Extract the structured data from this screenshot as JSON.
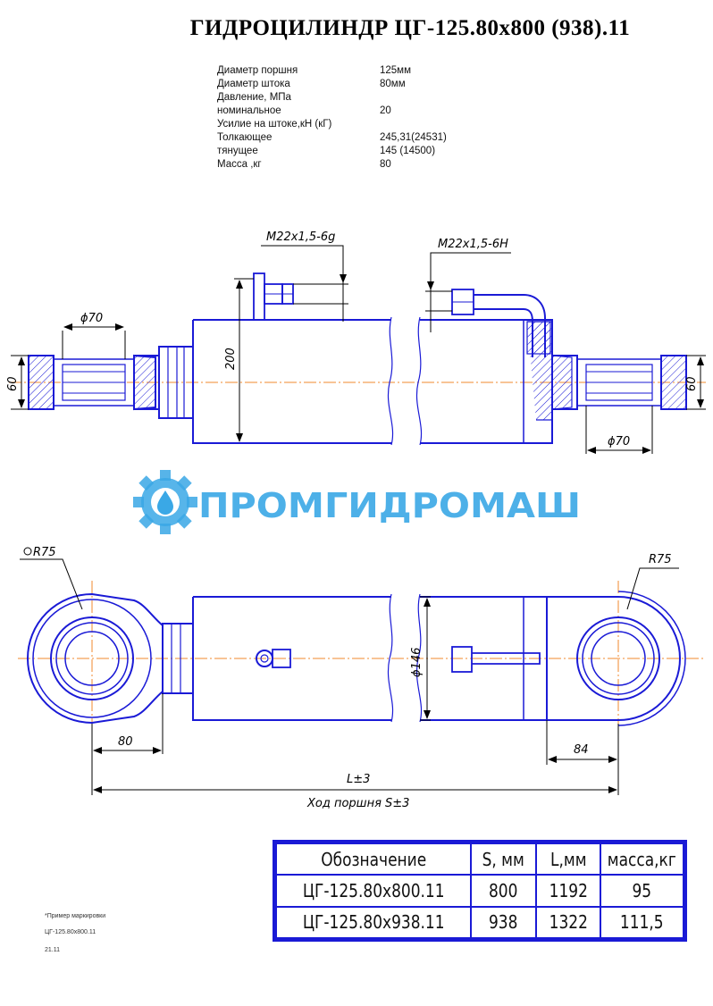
{
  "title": "ГИДРОЦИЛИНДР  ЦГ-125.80х800 (938).11",
  "specs": [
    {
      "label": "Диаметр поршня",
      "value": "125мм"
    },
    {
      "label": "Диаметр штока",
      "value": "80мм"
    },
    {
      "label": "Давление, МПа",
      "value": ""
    },
    {
      "label": "номинальное",
      "value": "20"
    },
    {
      "label": "Усилие на штоке,кН (кГ)",
      "value": ""
    },
    {
      "label": "Толкающее",
      "value": "245,31(24531)"
    },
    {
      "label": "тянущее",
      "value": "145   (14500)"
    },
    {
      "label": "Масса ,кг",
      "value": "80"
    }
  ],
  "dims": {
    "thread_left": "M22x1,5-6g",
    "thread_right": "M22x1,5-6H",
    "d70_left": "ϕ70",
    "d70_right": "ϕ70",
    "h60_left": "60",
    "h60_right": "60",
    "h200": "200",
    "r75_left": "R75",
    "r75_right": "R75",
    "d146": "ϕ146",
    "dim80": "80",
    "dim84": "84",
    "length": "L±3",
    "stroke": "Ход поршня S±3"
  },
  "logo": {
    "text": "ПРОМГИДРОМАШ",
    "color": "#3aa8e6"
  },
  "table": {
    "headers": [
      "Обозначение",
      "S, мм",
      "L,мм",
      "масса,кг"
    ],
    "rows": [
      [
        "ЦГ-125.80х800.11",
        "800",
        "1192",
        "95"
      ],
      [
        "ЦГ-125.80х938.11",
        "938",
        "1322",
        "111,5"
      ]
    ]
  },
  "notes": [
    "*Пример маркировки",
    "ЦГ-125.80х800.11",
    "21.11"
  ],
  "colors": {
    "outline": "#1a1ad6",
    "centerline": "#f08a2c",
    "dimension": "#000000"
  }
}
